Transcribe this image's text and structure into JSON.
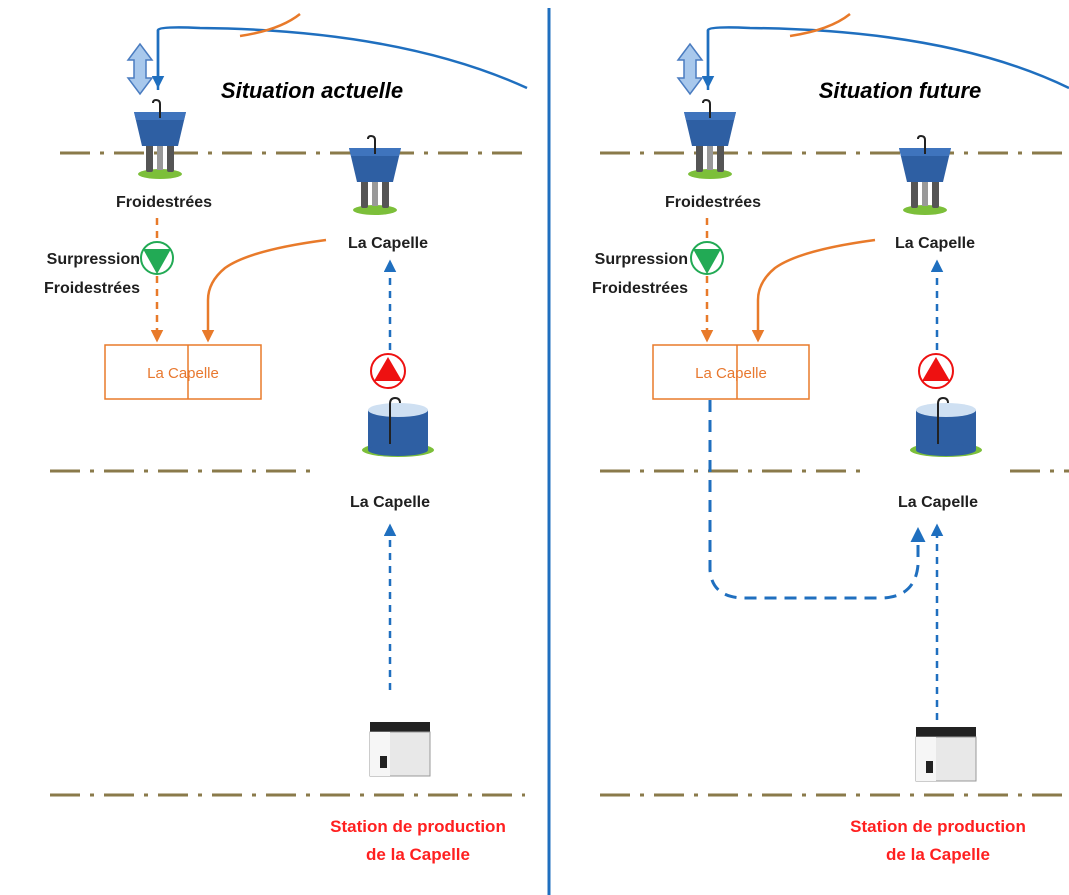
{
  "colors": {
    "pipe_blue": "#1f6fbf",
    "pipe_orange": "#e87a2a",
    "divider_blue": "#1f6fbf",
    "dashdot": "#8a7a4a",
    "tank_blue": "#2e5fa3",
    "pump_green": "#22aa55",
    "pump_red": "#ee1111",
    "station_red": "#ff2020"
  },
  "left": {
    "title": "Situation actuelle",
    "tower_froidestrees": "Froidestrées",
    "tower_la_capelle": "La Capelle",
    "pump_line1": "Surpression",
    "pump_line2": "Froidestrées",
    "box_label": "La Capelle",
    "reservoir_label": "La Capelle",
    "station_line1": "Station de production",
    "station_line2": "de la Capelle"
  },
  "right": {
    "title": "Situation future",
    "tower_froidestrees": "Froidestrées",
    "tower_la_capelle": "La Capelle",
    "pump_line1": "Surpression",
    "pump_line2": "Froidestrées",
    "box_label": "La Capelle",
    "reservoir_label": "La Capelle",
    "station_line1": "Station de production",
    "station_line2": "de la Capelle"
  },
  "icons": {
    "water_tower": "water-tower-icon",
    "pump_green": "pump-down-icon",
    "pump_red": "pump-up-icon",
    "reservoir": "reservoir-icon",
    "station": "building-icon",
    "bidirectional": "double-arrow-icon"
  }
}
